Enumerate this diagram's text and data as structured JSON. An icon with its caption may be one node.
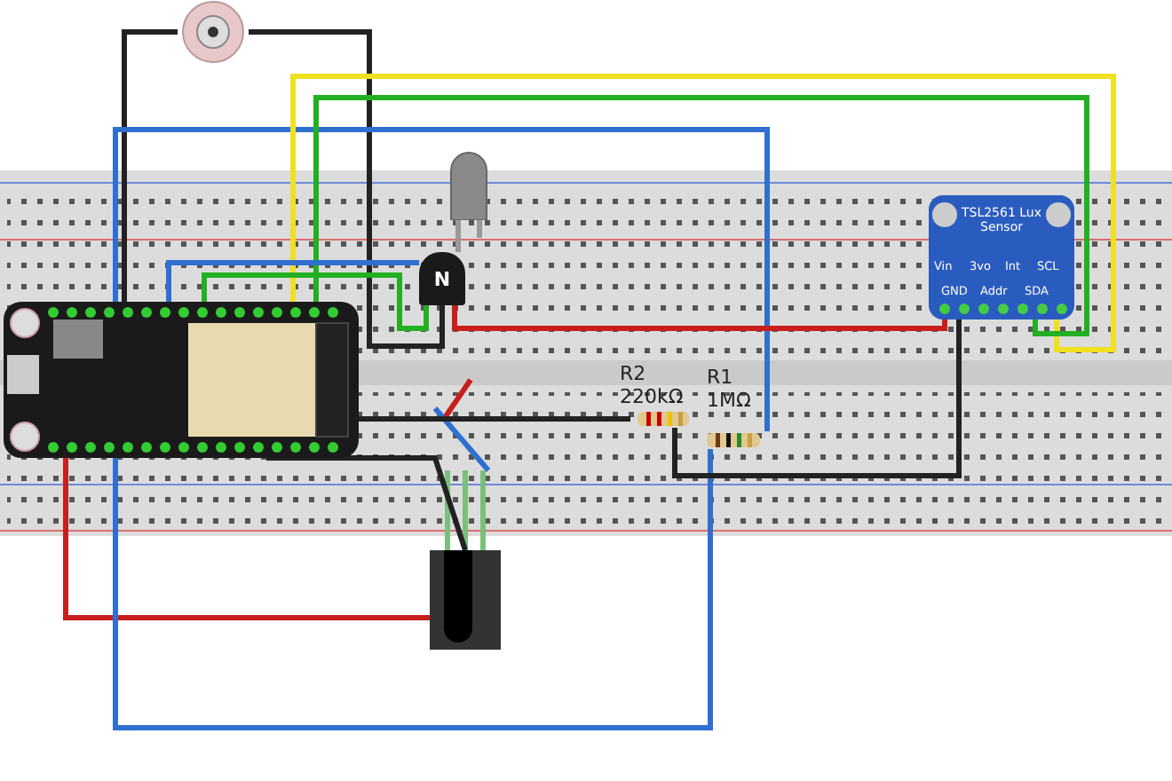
{
  "diagram": {
    "nodes": [
      {
        "text": [],
        "shape": "picture"
      },
      {
        "text": [],
        "shape": "picture"
      },
      {
        "text": [],
        "shape": "picture"
      },
      {
        "text": [
          "N"
        ]
      },
      {
        "text": [],
        "shape": "picture",
        "beside": [
          "R2",
          "220kΩ"
        ]
      },
      {
        "text": [],
        "shape": "picture",
        "beside": [
          "R1",
          "1MΩ"
        ]
      },
      {
        "text": [],
        "shape": "picture"
      },
      {
        "text": [
          "TSL2561 Lux Sensor"
        ]
      }
    ],
    "edges": [
      {
        "from": 0,
        "to": 1,
        "arrow": "none",
        "color": "#222222"
      },
      {
        "from": 0,
        "to": 3,
        "arrow": "none",
        "color": "#222222"
      },
      {
        "from": 1,
        "to": 5,
        "arrow": "none",
        "color": "#2f6fd0"
      },
      {
        "from": 1,
        "to": 7,
        "arrow": "none",
        "color": "#f0e020"
      },
      {
        "from": 1,
        "to": 7,
        "arrow": "none",
        "color": "#22b022"
      },
      {
        "from": 1,
        "to": 3,
        "arrow": "none",
        "color": "#22b022"
      },
      {
        "from": 1,
        "to": 3,
        "arrow": "none",
        "color": "#2f6fd0"
      },
      {
        "from": 3,
        "to": 7,
        "arrow": "none",
        "color": "#c81e1e"
      },
      {
        "from": 1,
        "to": 4,
        "arrow": "none",
        "color": "#222222"
      },
      {
        "from": 1,
        "to": 6,
        "arrow": "none",
        "color": "#c81e1e"
      },
      {
        "from": 1,
        "to": 5,
        "arrow": "none",
        "color": "#2f6fd0"
      },
      {
        "from": 7,
        "to": 4,
        "arrow": "none",
        "color": "#222222"
      },
      {
        "from": 1,
        "to": 6,
        "arrow": "none",
        "color": "#222222"
      },
      {
        "from": 2,
        "to": 3,
        "arrow": "none",
        "color": "#999999"
      },
      {
        "from": 2,
        "to": null,
        "arrow": "none",
        "color": "#999999"
      }
    ],
    "labels": [
      "Vin",
      "3vo",
      "Int",
      "SCL",
      "GND",
      "Addr",
      "SDA"
    ]
  }
}
